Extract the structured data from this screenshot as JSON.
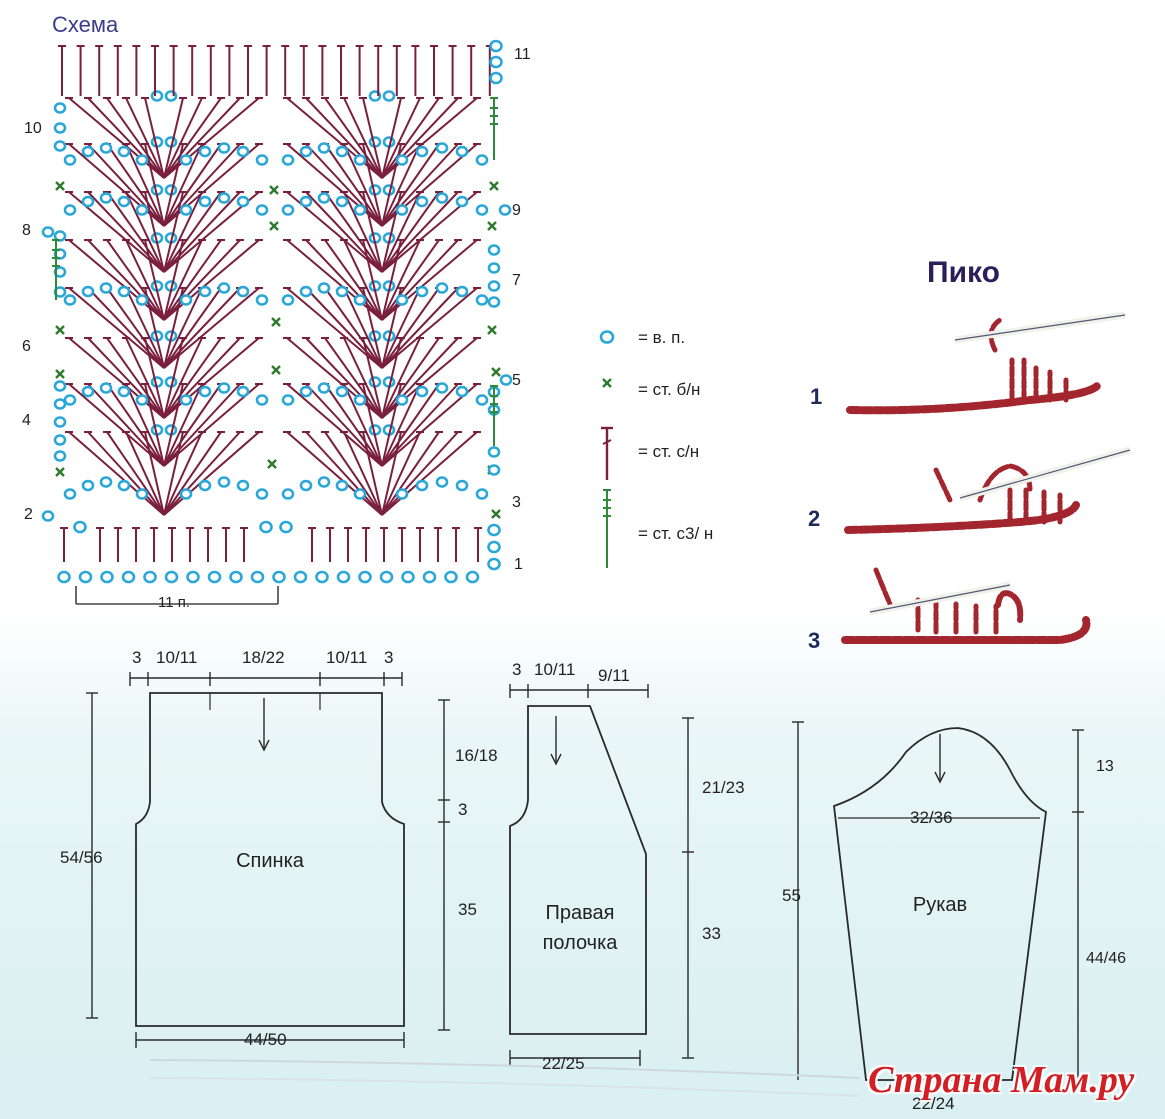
{
  "chart_title": "Схема",
  "row_numbers_left": [
    "10",
    "8",
    "6",
    "4",
    "2"
  ],
  "row_numbers_right": [
    "11",
    "9",
    "7",
    "5",
    "3",
    "1"
  ],
  "repeat_label": "11 п.",
  "legend": [
    {
      "symbol": "circle-icon",
      "color": "#29a7d9",
      "text": "= в. п."
    },
    {
      "symbol": "x-icon",
      "color": "#2d7a2d",
      "text": "= ст. б/н"
    },
    {
      "symbol": "dc-icon",
      "color": "#7a1f3d",
      "text": "= ст. с/н"
    },
    {
      "symbol": "dtc-icon",
      "color": "#2d8a3a",
      "text": "= ст. с3/ н"
    }
  ],
  "picot": {
    "title": "Пико",
    "steps": [
      "1",
      "2",
      "3"
    ]
  },
  "back": {
    "name": "Спинка",
    "top_dims": [
      "3",
      "10/11",
      "18/22",
      "10/11",
      "3"
    ],
    "height": "54/56",
    "right_dims": [
      "16/18",
      "3",
      "35"
    ],
    "bottom": "44/50"
  },
  "front": {
    "name_line1": "Правая",
    "name_line2": "полочка",
    "top_dims": [
      "3",
      "10/11",
      "9/11"
    ],
    "right_dims": [
      "21/23",
      "33"
    ],
    "bottom": "22/25"
  },
  "sleeve": {
    "name": "Рукав",
    "height": "55",
    "cap_width": "32/36",
    "right_dims": [
      "13",
      "44/46"
    ],
    "bottom": "22/24"
  },
  "watermark": "Страна Мам.ру",
  "colors": {
    "chain": "#29a7d9",
    "sc": "#2d7a2d",
    "dc": "#7a1f3d",
    "dtc": "#2d8a3a",
    "yarn": "#a3262f"
  }
}
